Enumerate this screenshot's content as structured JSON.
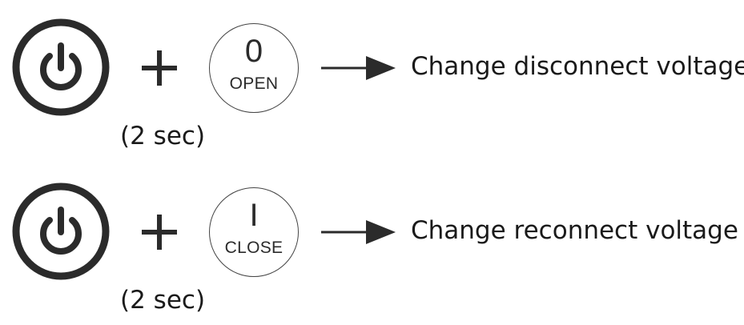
{
  "rows": [
    {
      "button_symbol": "0",
      "button_label": "OPEN",
      "action": "Change disconnect voltage",
      "duration": "(2 sec)"
    },
    {
      "button_symbol": "I",
      "button_label": "CLOSE",
      "action": "Change reconnect voltage",
      "duration": "(2 sec)"
    }
  ],
  "icons": {
    "power": "power-icon",
    "plus": "plus-icon",
    "arrow": "arrow-right-icon"
  },
  "colors": {
    "icon_stroke": "#2b2b2b",
    "text": "#1a1a1a",
    "key_border": "#444444"
  }
}
